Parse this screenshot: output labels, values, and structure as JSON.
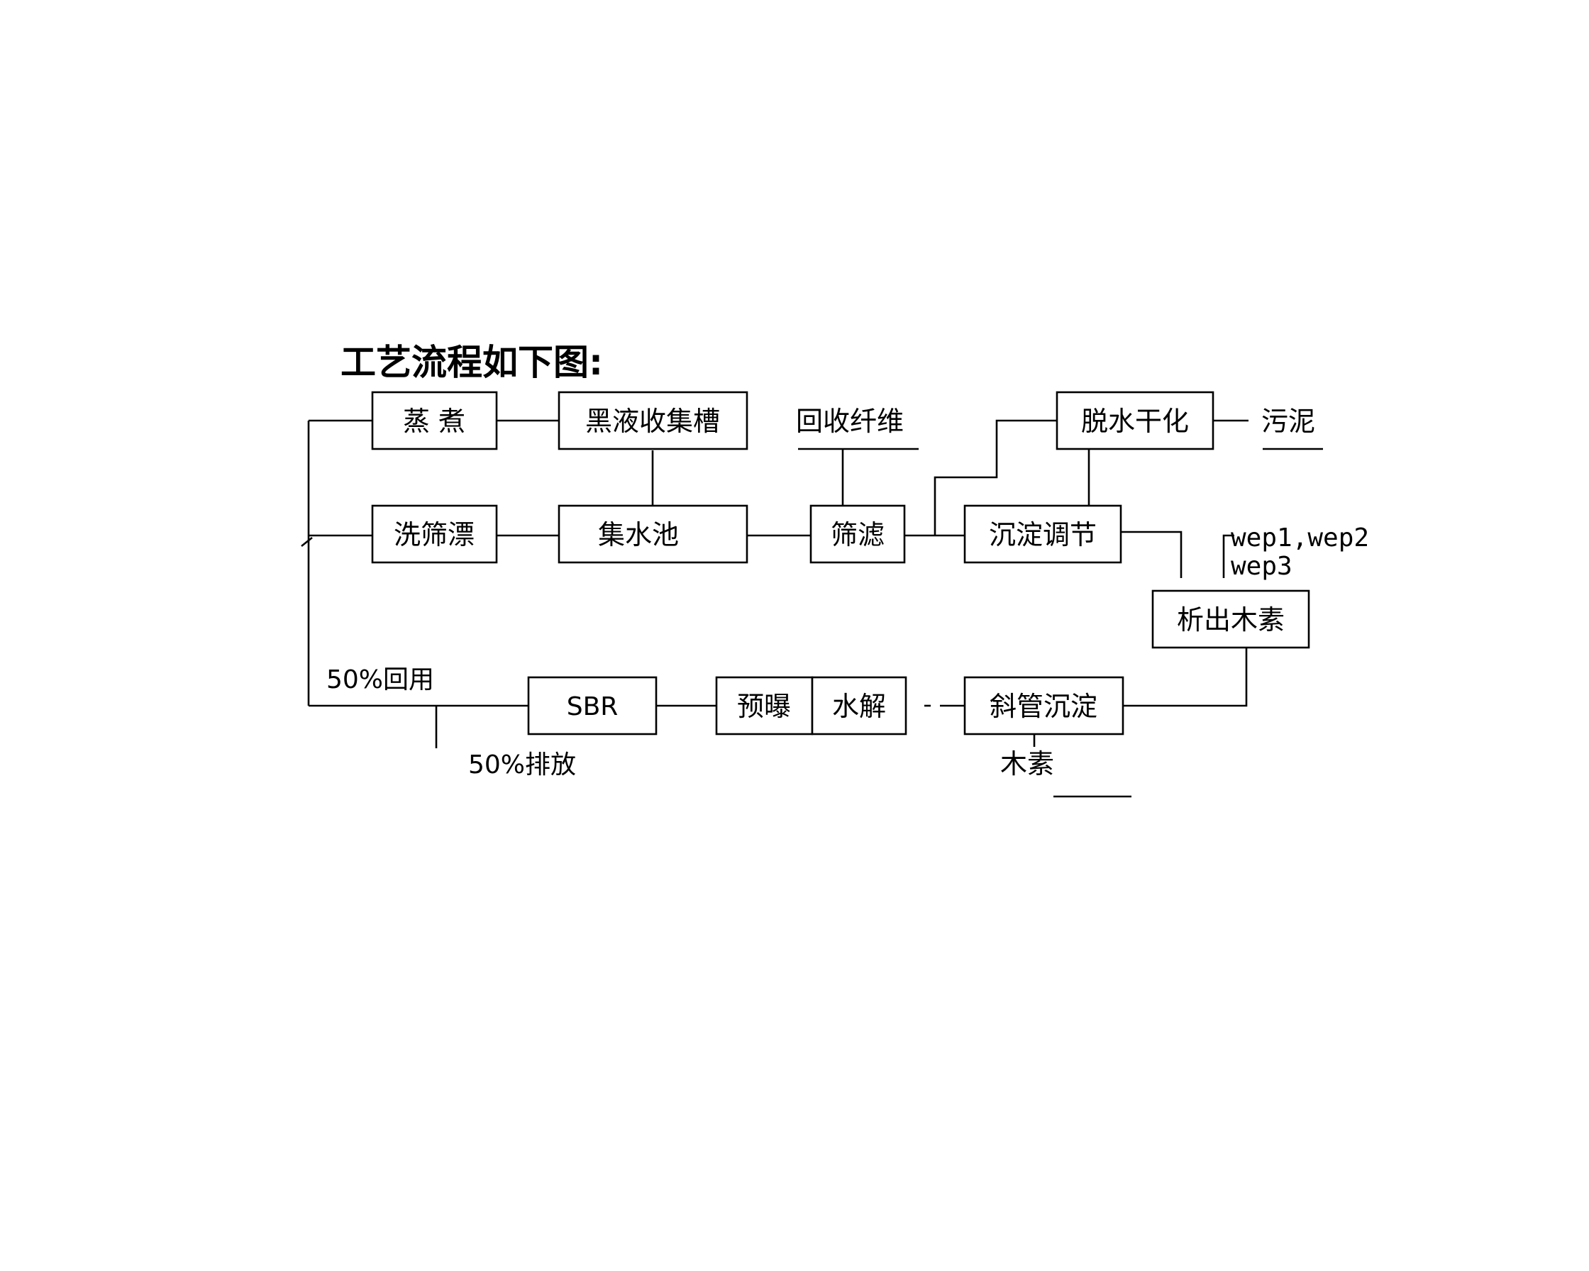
{
  "title": "工艺流程如下图:",
  "nodes": {
    "steam_cook": "蒸 煮",
    "black_liquor_tank": "黑液收集槽",
    "wash_screen_bleach": "洗筛漂",
    "collection_pool": "集水池",
    "screen_filter": "筛滤",
    "dewater_dry": "脱水干化",
    "settle_adjust": "沉淀调节",
    "lignin_precipitate": "析出木素",
    "inclined_tube_settle": "斜管沉淀",
    "pre_aeration": "预曝",
    "hydrolysis": "水解",
    "sbr": "SBR"
  },
  "labels": {
    "recovered_fiber": "回收纤维",
    "sludge": "污泥",
    "wep_line1": "wep1,wep2",
    "wep_line2": "wep3",
    "reuse_50": "50%回用",
    "discharge_50": "50%排放",
    "lignin": "木素"
  }
}
